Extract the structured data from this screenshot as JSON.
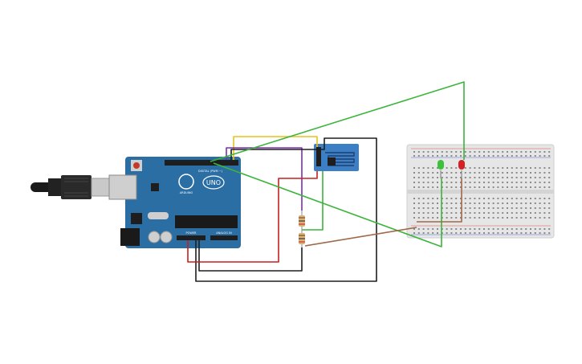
{
  "board": {
    "name": "UNO",
    "brand": "ARDUINO",
    "digital_label": "DIGITAL (PWM ~)",
    "power_label": "POWER",
    "analog_label": "ANALOG IN",
    "color": "#2b6ea3"
  },
  "colors": {
    "wire_green": "#3cb43c",
    "wire_yellow": "#e8c21c",
    "wire_purple": "#7a2fb0",
    "wire_red": "#c81e1e",
    "wire_black": "#1e1e1e",
    "wire_brown": "#a0684a",
    "breadboard": "#e6e6e6",
    "wifi_module": "#3d7fc4",
    "led_green": "#3cc13c",
    "led_red": "#d42222"
  }
}
